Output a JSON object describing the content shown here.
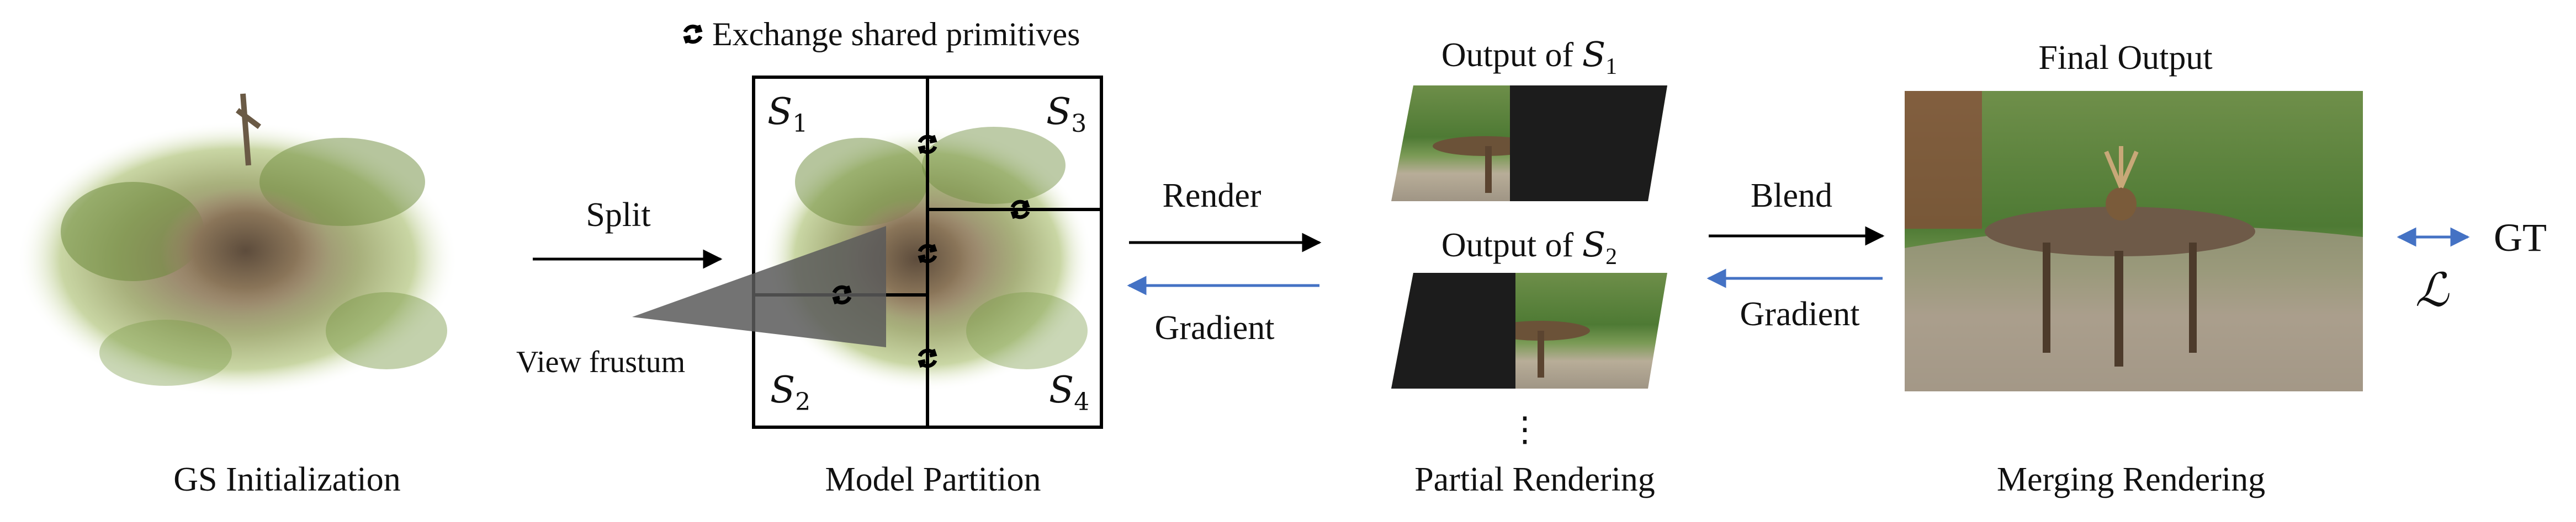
{
  "stages": {
    "init_label": "GS Initialization",
    "partition_label": "Model Partition",
    "partial_label": "Partial Rendering",
    "merge_label": "Merging Rendering"
  },
  "arrows": {
    "split": "Split",
    "render": "Render",
    "gradient_1": "Gradient",
    "blend": "Blend",
    "gradient_2": "Gradient"
  },
  "partition": {
    "exchange_label": "Exchange shared primitives",
    "exchange_icon": "sync-icon",
    "frustum_label": "View frustum",
    "regions": [
      {
        "symbol": "S",
        "sub": "1"
      },
      {
        "symbol": "S",
        "sub": "3"
      },
      {
        "symbol": "S",
        "sub": "2"
      },
      {
        "symbol": "S",
        "sub": "4"
      }
    ]
  },
  "partial": {
    "out1_prefix": "Output of ",
    "out1_symbol": "S",
    "out1_sub": "1",
    "out2_prefix": "Output of ",
    "out2_symbol": "S",
    "out2_sub": "2",
    "ellipsis": "⋮"
  },
  "merge": {
    "title": "Final Output",
    "gt": "GT",
    "loss": "ℒ"
  },
  "colors": {
    "gradient_arrow": "#4472C4",
    "loss_arrow": "#4472C4",
    "forward_arrow": "#000000",
    "frustum": "#5a5a5a"
  }
}
